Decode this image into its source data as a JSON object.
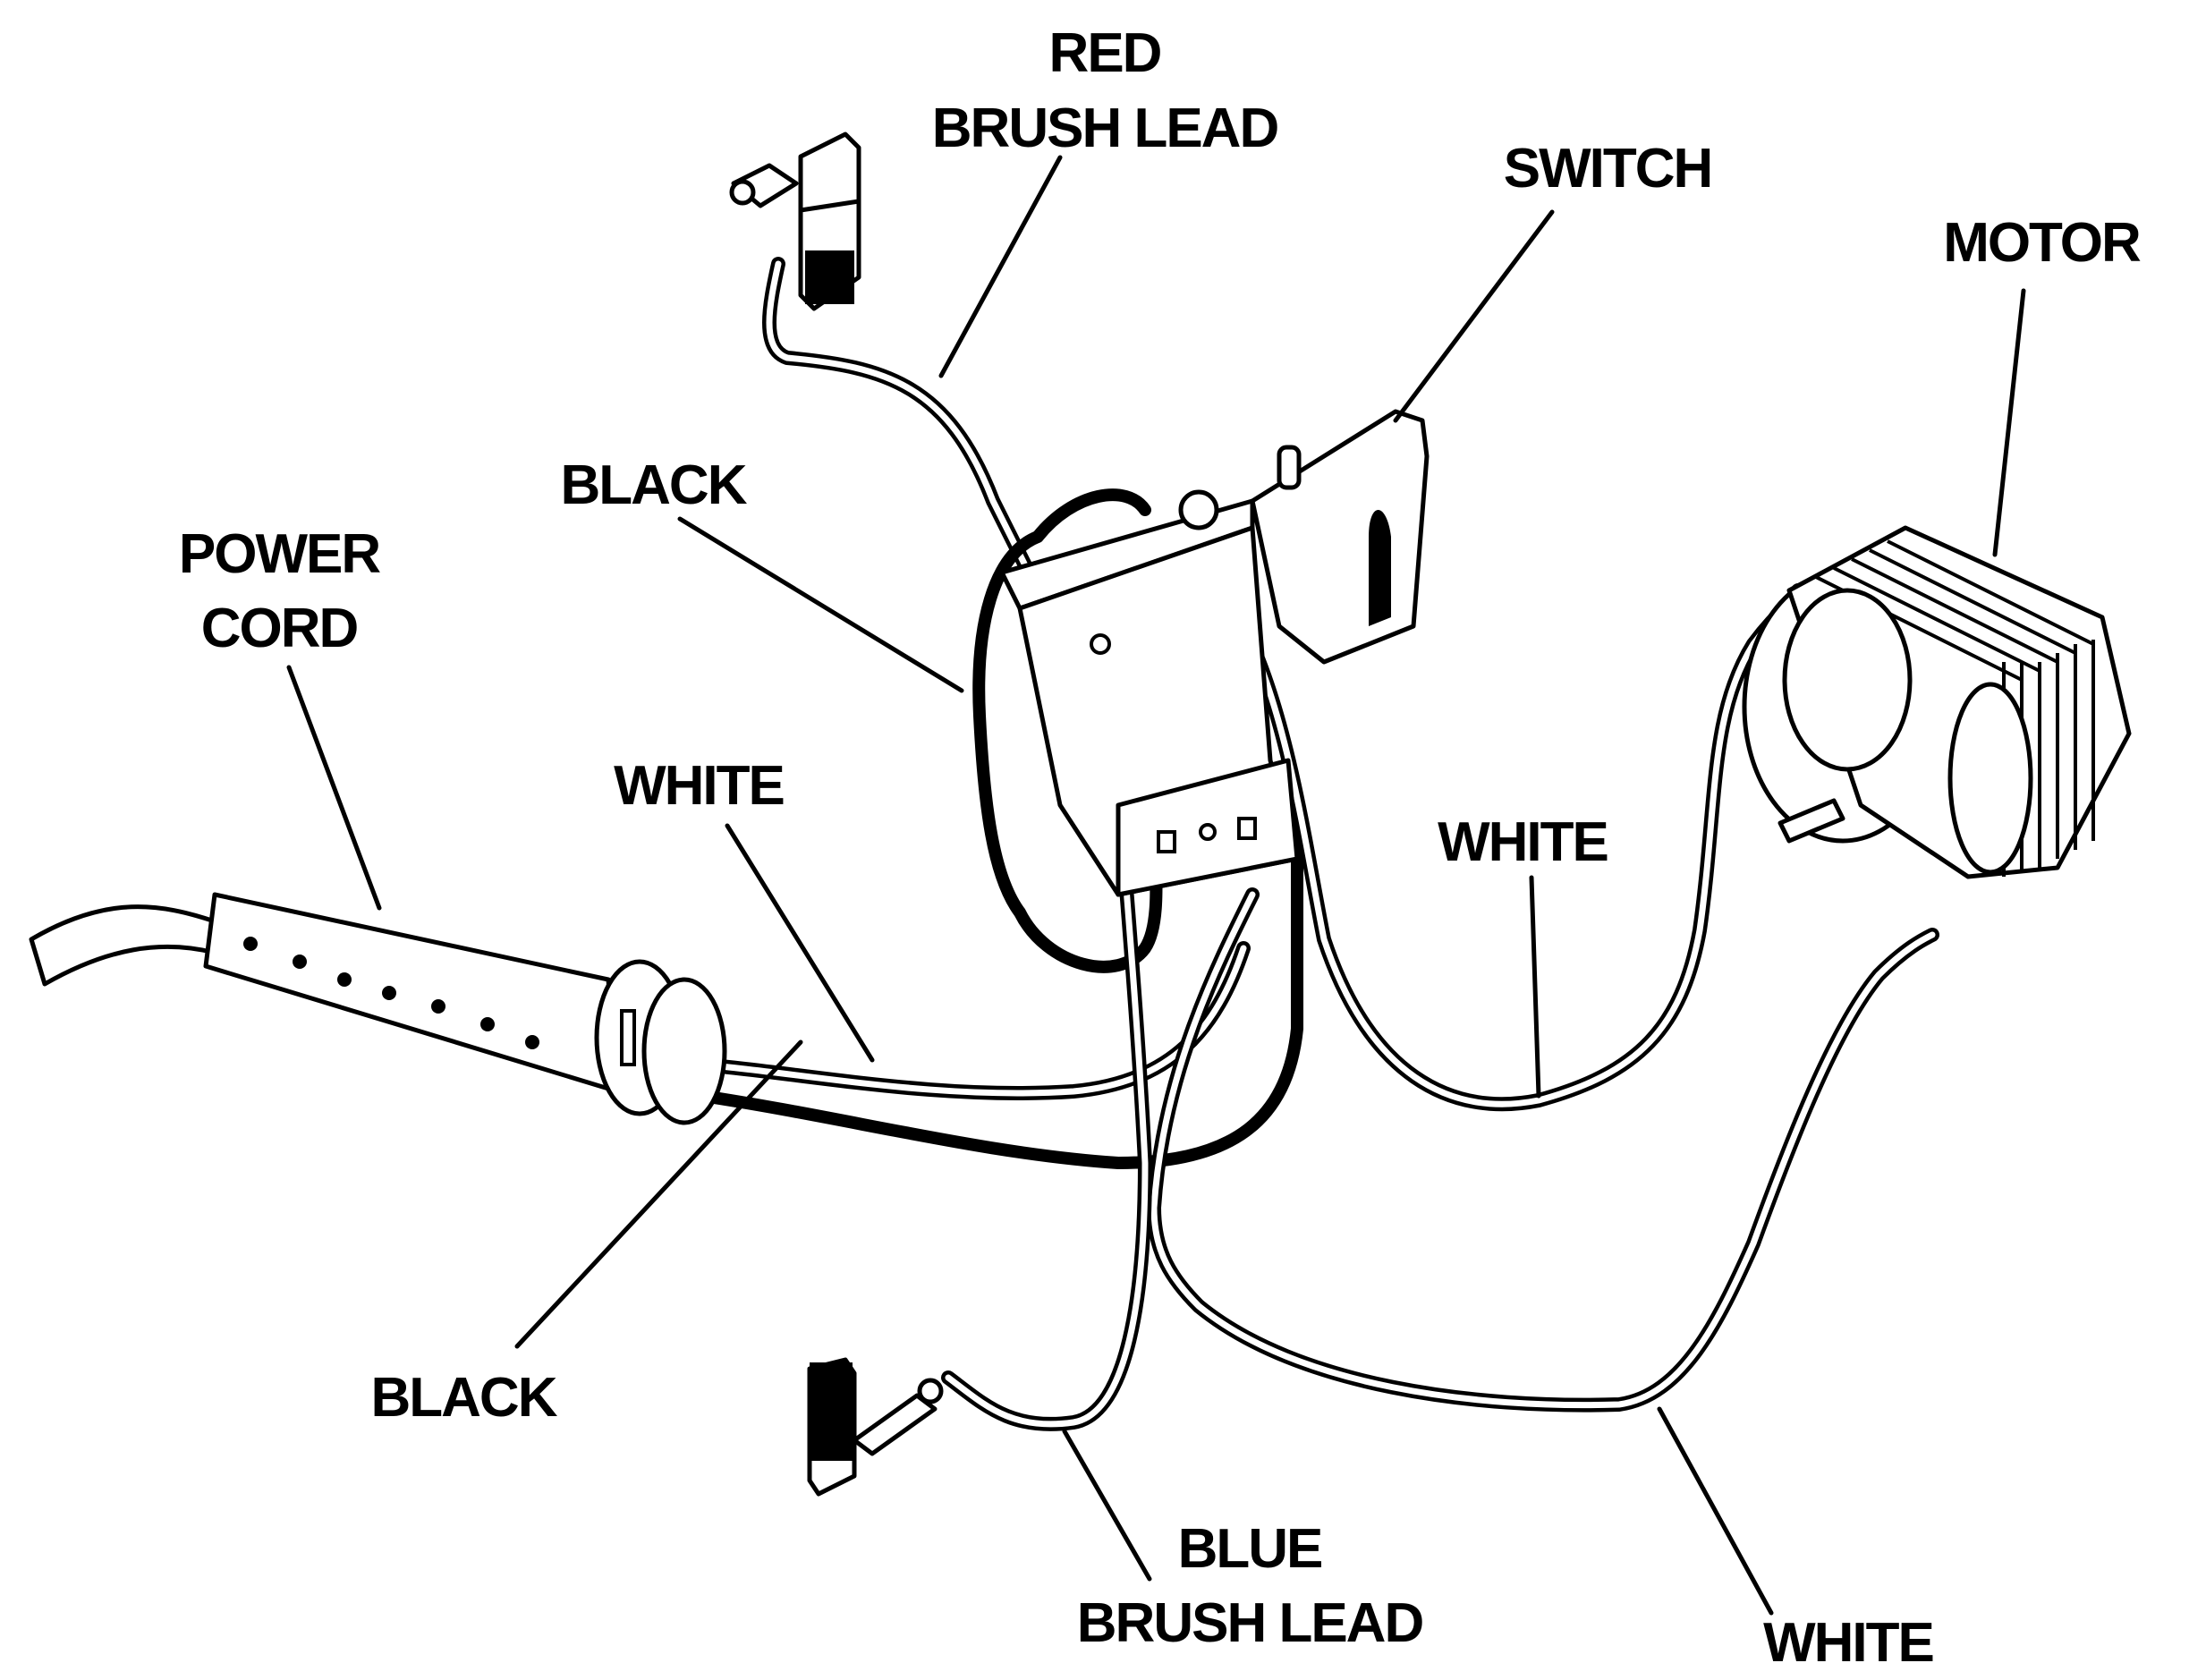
{
  "diagram": {
    "title": "Wiring Diagram",
    "labels": {
      "red_brush_lead_line1": "RED",
      "red_brush_lead_line2": "BRUSH LEAD",
      "switch": "SWITCH",
      "motor": "MOTOR",
      "black_top": "BLACK",
      "power_cord_line1": "POWER",
      "power_cord_line2": "CORD",
      "white_left": "WHITE",
      "white_middle": "WHITE",
      "black_bottom": "BLACK",
      "blue_brush_lead_line1": "BLUE",
      "blue_brush_lead_line2": "BRUSH LEAD",
      "white_bottom": "WHITE"
    },
    "components": [
      "red-brush-lead",
      "switch",
      "motor",
      "power-cord",
      "blue-brush-lead"
    ],
    "wires": [
      "black",
      "white",
      "white",
      "black",
      "white"
    ]
  }
}
